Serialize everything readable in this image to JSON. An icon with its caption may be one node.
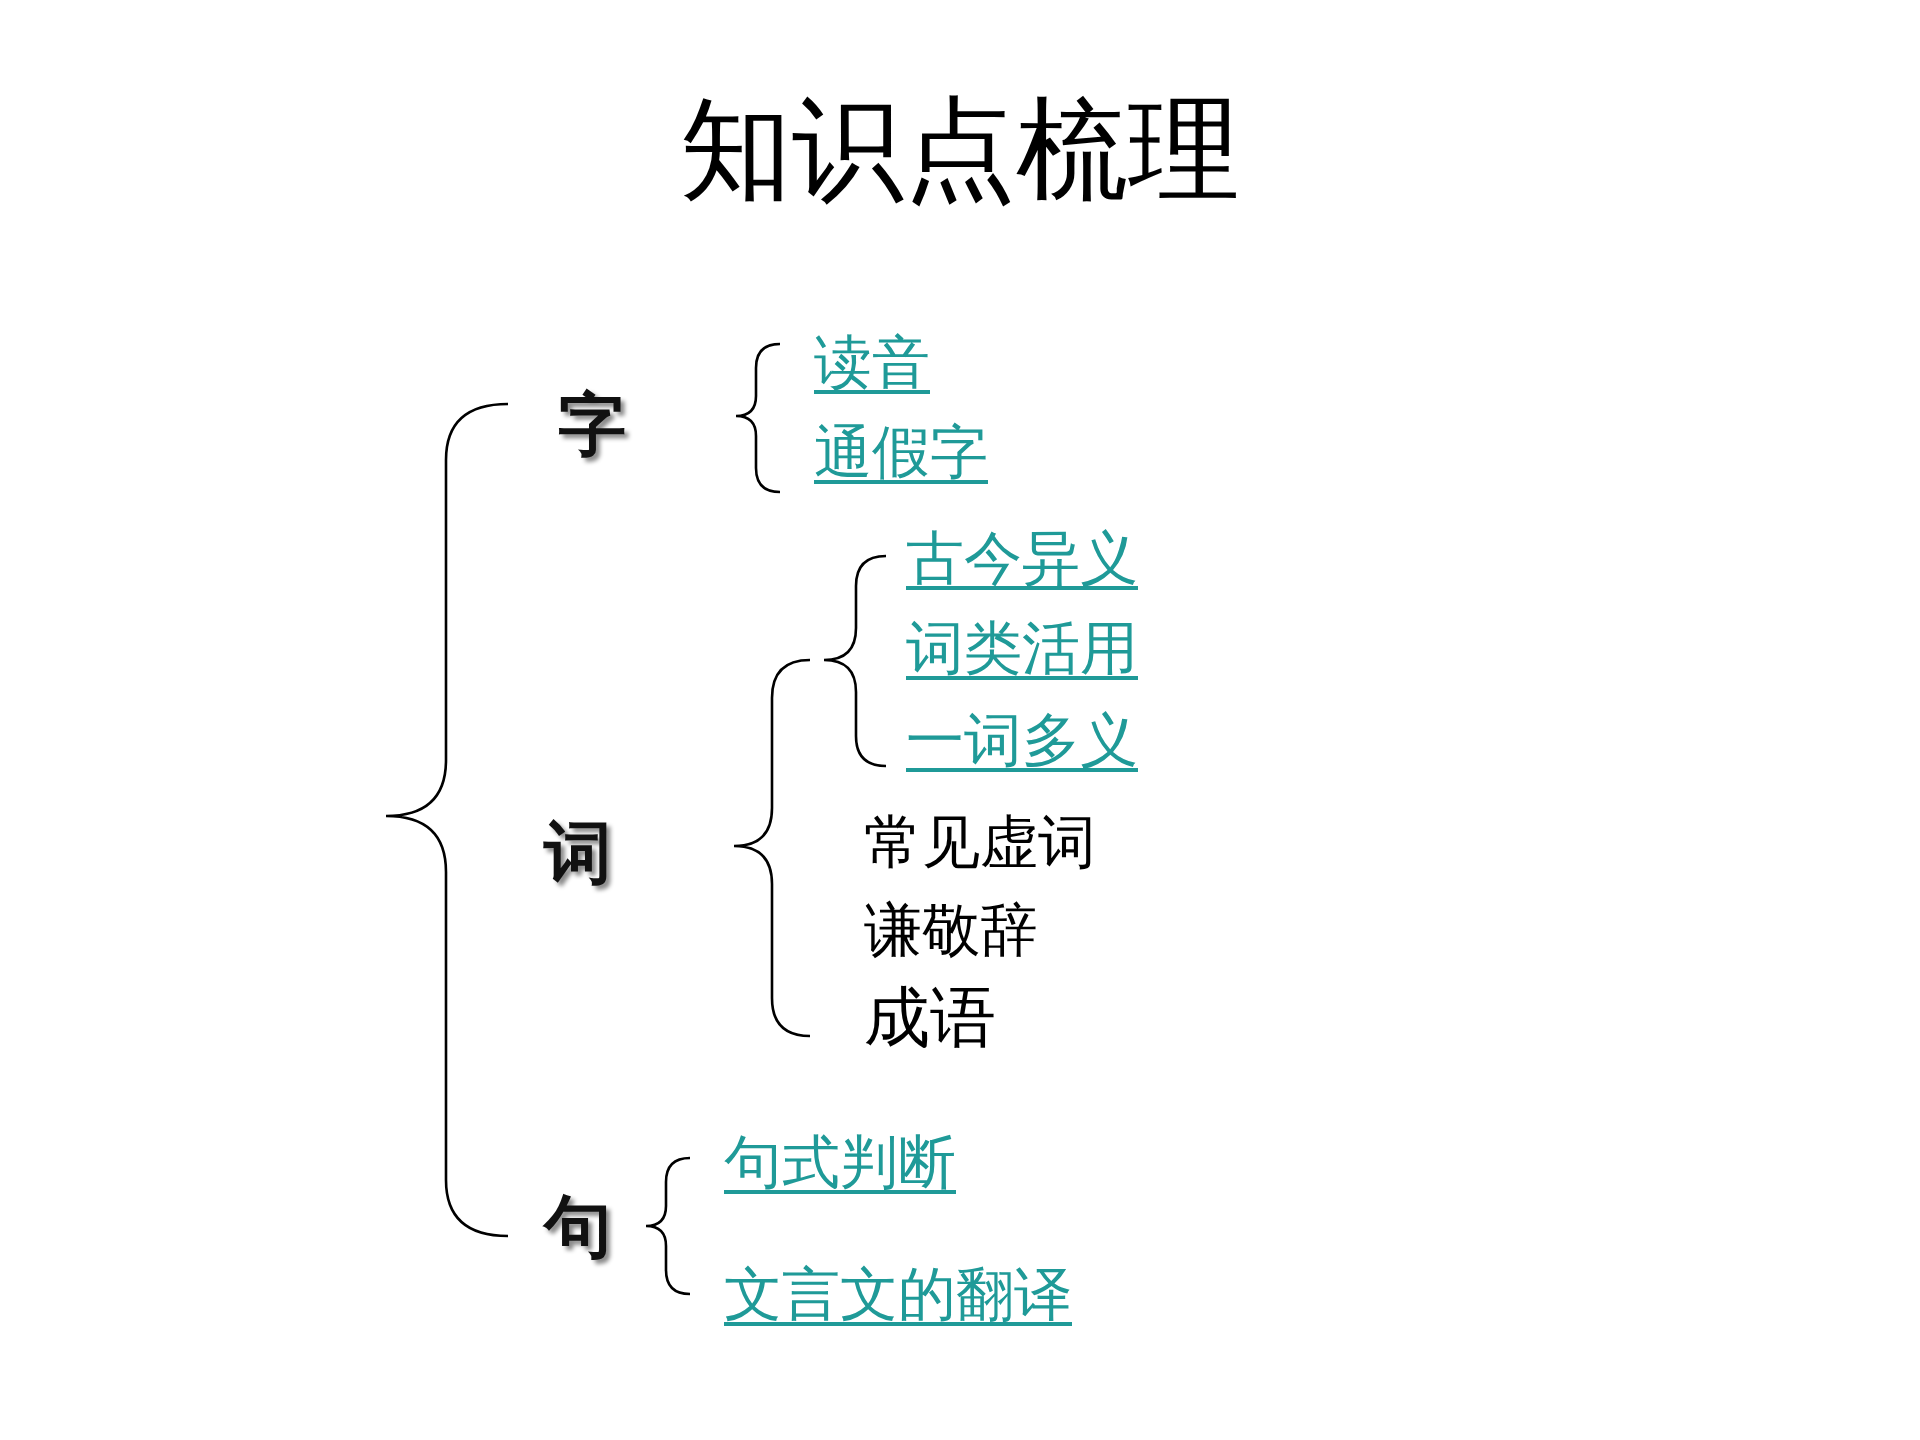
{
  "diagram": {
    "title": "知识点梳理",
    "labels": [
      "字",
      "读音",
      "通假字",
      "词",
      "古今异义",
      "词类活用",
      "一词多义",
      "常见虚词",
      "谦敬辞",
      "成语",
      "句",
      "句式判断",
      "文言文的翻译"
    ]
  }
}
